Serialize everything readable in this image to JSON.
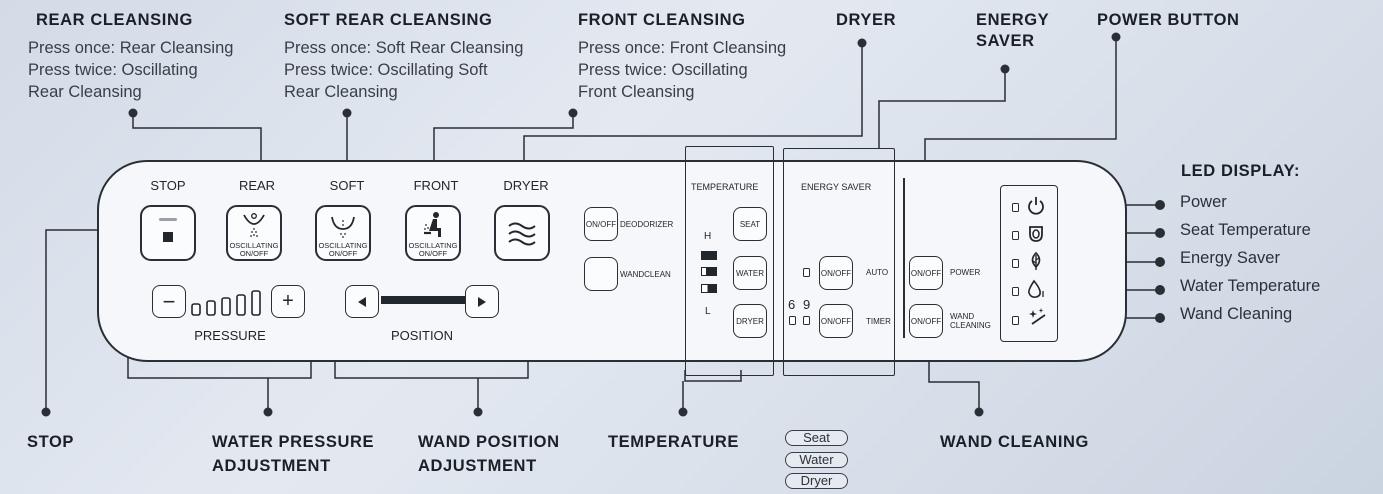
{
  "callouts": {
    "rear": {
      "title": "REAR CLEANSING",
      "lines": [
        "Press once: Rear Cleansing",
        "Press twice: Oscillating",
        "Rear Cleansing"
      ]
    },
    "soft": {
      "title": "SOFT REAR CLEANSING",
      "lines": [
        "Press once: Soft Rear Cleansing",
        "Press twice: Oscillating Soft",
        "Rear Cleansing"
      ]
    },
    "front": {
      "title": "FRONT CLEANSING",
      "lines": [
        "Press once: Front Cleansing",
        "Press twice: Oscillating",
        "Front Cleansing"
      ]
    },
    "dryer": {
      "title": "DRYER"
    },
    "energy": {
      "title_1": "ENERGY",
      "title_2": "SAVER"
    },
    "power": {
      "title": "POWER BUTTON"
    }
  },
  "led_display": {
    "title": "LED DISPLAY:",
    "items": [
      "Power",
      "Seat Temperature",
      "Energy Saver",
      "Water Temperature",
      "Wand Cleaning"
    ]
  },
  "bottom_labels": {
    "stop": "STOP",
    "pressure_1": "WATER PRESSURE",
    "pressure_2": "ADJUSTMENT",
    "position_1": "WAND POSITION",
    "position_2": "ADJUSTMENT",
    "temperature": "TEMPERATURE",
    "wand": "WAND CLEANING"
  },
  "temp_pills": [
    "Seat",
    "Water",
    "Dryer"
  ],
  "panel": {
    "btn_labels": {
      "stop": "STOP",
      "rear": "REAR",
      "soft": "SOFT",
      "front": "FRONT",
      "dryer": "DRYER"
    },
    "osc_1": "OSCILLATING",
    "osc_2": "ON/OFF",
    "minus": "−",
    "plus": "+",
    "pressure": "PRESSURE",
    "position": "POSITION",
    "on_off": "ON/OFF",
    "deodorizer": "DEODORIZER",
    "wandclean": "WANDCLEAN",
    "temperature": "TEMPERATURE",
    "h": "H",
    "l": "L",
    "seat": "SEAT",
    "water": "WATER",
    "dryer": "DRYER",
    "energy_saver": "ENERGY SAVER",
    "auto": "AUTO",
    "timer": "TIMER",
    "six": "6",
    "nine": "9",
    "power": "POWER",
    "wand_1": "WAND",
    "wand_2": "CLEANING"
  },
  "icons": [
    "stop-icon",
    "rear-wash-icon",
    "soft-wash-icon",
    "front-wash-icon",
    "dryer-wave-icon",
    "power-icon",
    "seat-icon",
    "leaf-icon",
    "water-drop-icon",
    "sparkle-wand-icon",
    "left-arrow-icon",
    "right-arrow-icon"
  ],
  "colors": {
    "line": "#2a2e35",
    "background": "#dde3ec",
    "panel": "#f5f7fa"
  }
}
